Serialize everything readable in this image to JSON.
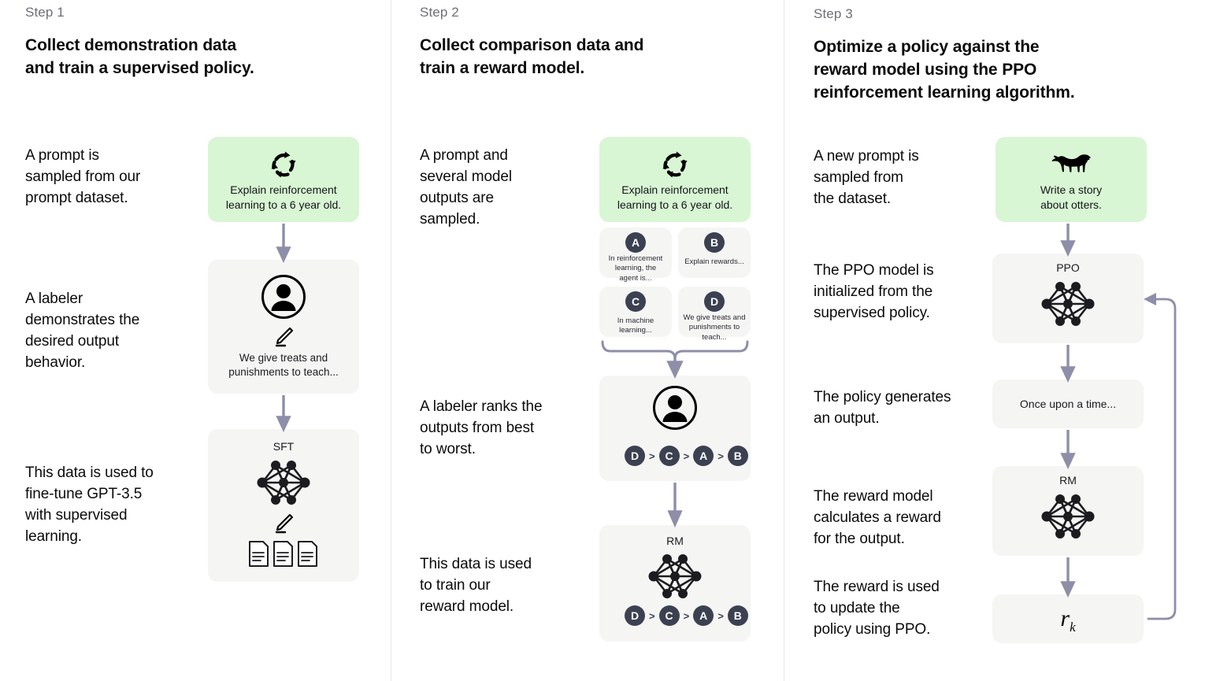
{
  "columns": [
    {
      "step_label": "Step 1",
      "title_line1": "Collect demonstration data",
      "title_line2": "and train a supervised policy.",
      "captions": [
        "A prompt is\nsampled from our\nprompt dataset.",
        "A labeler\ndemonstrates the\ndesired output\nbehavior.",
        "This data is used to\nfine-tune GPT-3.5\nwith supervised\nlearning."
      ],
      "prompt_box": {
        "icon": "recycle-arrows-icon",
        "text": "Explain reinforcement\nlearning to a 6 year old."
      },
      "labeler_box": {
        "icon": "person-circle-icon",
        "pencil_icon": "pencil-icon",
        "text": "We give treats and\npunishments to teach..."
      },
      "model_box": {
        "title": "SFT",
        "icon": "neural-network-icon",
        "pencil_icon": "pencil-icon",
        "docs_icon": "documents-icon"
      }
    },
    {
      "step_label": "Step 2",
      "title_line1": "Collect comparison data and",
      "title_line2": "train a reward model.",
      "captions": [
        "A prompt and\nseveral model\noutputs are\nsampled.",
        "A labeler ranks the\noutputs from best\nto worst.",
        "This data is used\nto train our\nreward model."
      ],
      "prompt_box": {
        "icon": "recycle-arrows-icon",
        "text": "Explain reinforcement\nlearning to a 6 year old."
      },
      "outputs": [
        {
          "letter": "A",
          "text": "In reinforcement\nlearning, the\nagent is..."
        },
        {
          "letter": "B",
          "text": "Explain rewards..."
        },
        {
          "letter": "C",
          "text": "In machine\nlearning..."
        },
        {
          "letter": "D",
          "text": "We give treats and\npunishments to\nteach..."
        }
      ],
      "labeler_box": {
        "icon": "person-circle-icon",
        "ranking": [
          "D",
          "C",
          "A",
          "B"
        ],
        "separator": ">"
      },
      "model_box": {
        "title": "RM",
        "icon": "neural-network-icon",
        "ranking": [
          "D",
          "C",
          "A",
          "B"
        ],
        "separator": ">"
      }
    },
    {
      "step_label": "Step 3",
      "title_line1": "Optimize a policy against the",
      "title_line2": "reward model using the PPO",
      "title_line3": "reinforcement learning algorithm.",
      "captions": [
        "A new prompt is\nsampled from\nthe dataset.",
        "The PPO model is\ninitialized from the\nsupervised policy.",
        "The policy generates\nan output.",
        "The reward model\ncalculates a reward\nfor the output.",
        "The reward is used\nto update the\npolicy using PPO."
      ],
      "prompt_box": {
        "icon": "otter-icon",
        "text": "Write a story\nabout otters."
      },
      "ppo_box": {
        "title": "PPO",
        "icon": "neural-network-icon"
      },
      "output_box": {
        "text": "Once upon a time..."
      },
      "rm_box": {
        "title": "RM",
        "icon": "neural-network-icon"
      },
      "reward_box": {
        "symbol": "r",
        "subscript": "k"
      }
    }
  ],
  "colors": {
    "background": "#ffffff",
    "box_gray": "#f5f5f4",
    "box_green": "#d8f6d3",
    "arrow": "#8e8ea8",
    "badge": "#3c4152",
    "divider": "#e6e6e9",
    "text": "#0b0b0d",
    "muted_text": "#6e6e76"
  }
}
